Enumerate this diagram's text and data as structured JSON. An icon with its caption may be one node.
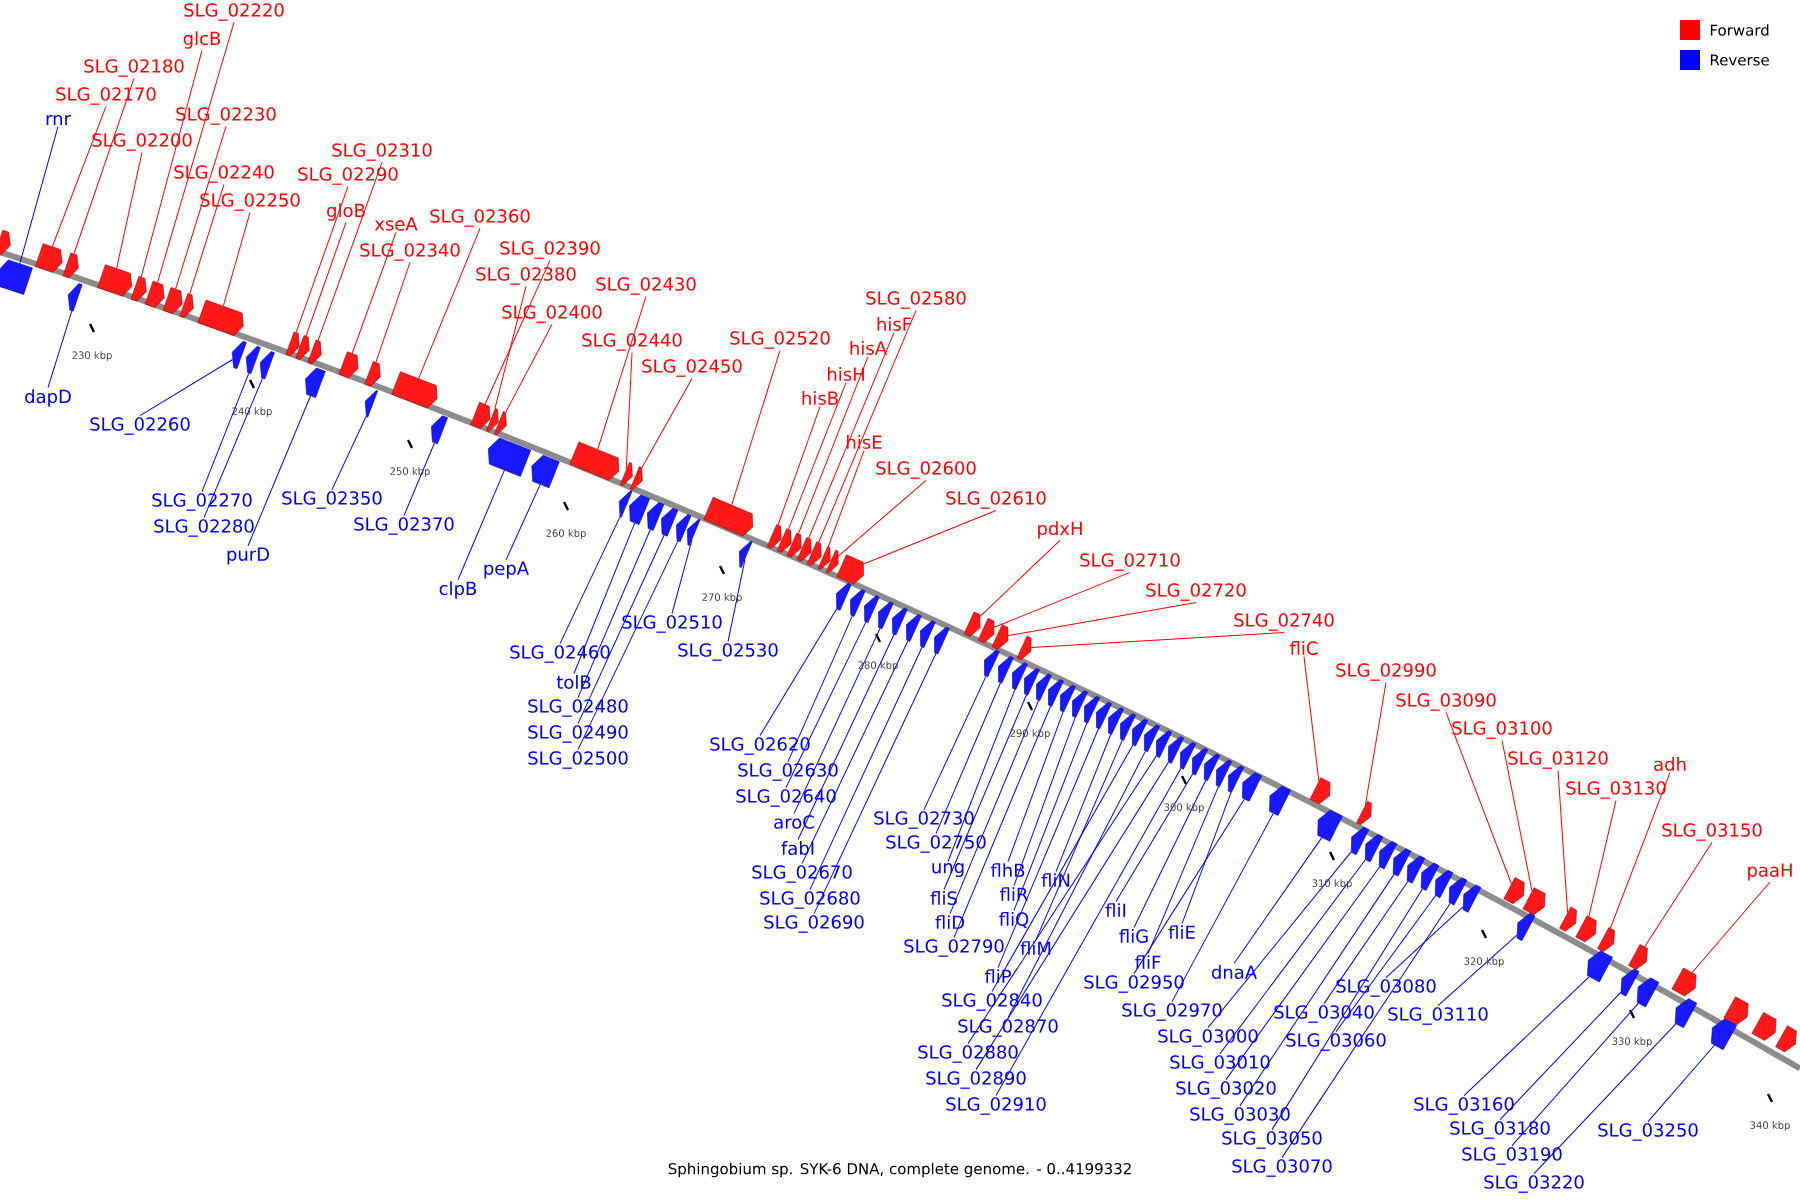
{
  "diagram": {
    "caption": "Sphingobium sp. SYK-6 DNA, complete genome. - 0..4199332",
    "nodes": [
      {
        "text": [
          "SLG_02170"
        ]
      },
      {
        "text": [
          "SLG_02180"
        ]
      },
      {
        "text": [
          "SLG_02200"
        ]
      },
      {
        "text": [
          "glcB"
        ]
      },
      {
        "text": [
          "SLG_02220"
        ]
      },
      {
        "text": [
          "SLG_02230"
        ]
      },
      {
        "text": [
          "SLG_02240"
        ]
      },
      {
        "text": [
          "SLG_02250"
        ]
      },
      {
        "text": [
          "SLG_02290"
        ]
      },
      {
        "text": [
          "gloB"
        ]
      },
      {
        "text": [
          "SLG_02310"
        ]
      },
      {
        "text": [
          "xseA"
        ]
      },
      {
        "text": [
          "SLG_02340"
        ]
      },
      {
        "text": [
          "SLG_02360"
        ]
      },
      {
        "text": [
          "SLG_02390"
        ]
      },
      {
        "text": [
          "SLG_02380"
        ]
      },
      {
        "text": [
          "SLG_02400"
        ]
      },
      {
        "text": [
          "SLG_02430"
        ]
      },
      {
        "text": [
          "SLG_02440"
        ]
      },
      {
        "text": [
          "SLG_02450"
        ]
      },
      {
        "text": [
          "SLG_02520"
        ]
      },
      {
        "text": [
          "hisB"
        ]
      },
      {
        "text": [
          "hisH"
        ]
      },
      {
        "text": [
          "hisA"
        ]
      },
      {
        "text": [
          "hisF"
        ]
      },
      {
        "text": [
          "SLG_02580"
        ]
      },
      {
        "text": [
          "hisE"
        ]
      },
      {
        "text": [
          "SLG_02600"
        ]
      },
      {
        "text": [
          "SLG_02610"
        ]
      },
      {
        "text": [
          "pdxH"
        ]
      },
      {
        "text": [
          "SLG_02710"
        ]
      },
      {
        "text": [
          "SLG_02720"
        ]
      },
      {
        "text": [
          "SLG_02740"
        ]
      },
      {
        "text": [
          "fliC"
        ]
      },
      {
        "text": [
          "SLG_02990"
        ]
      },
      {
        "text": [
          "SLG_03090"
        ]
      },
      {
        "text": [
          "SLG_03100"
        ]
      },
      {
        "text": [
          "SLG_03120"
        ]
      },
      {
        "text": [
          "SLG_03130"
        ]
      },
      {
        "text": [
          "adh"
        ]
      },
      {
        "text": [
          "SLG_03150"
        ]
      },
      {
        "text": [
          "paaH"
        ]
      },
      {
        "text": [
          "rnr"
        ]
      },
      {
        "text": [
          "dapD"
        ]
      },
      {
        "text": [
          "SLG_02260"
        ]
      },
      {
        "text": [
          "SLG_02270"
        ]
      },
      {
        "text": [
          "SLG_02280"
        ]
      },
      {
        "text": [
          "purD"
        ]
      },
      {
        "text": [
          "SLG_02350"
        ]
      },
      {
        "text": [
          "SLG_02370"
        ]
      },
      {
        "text": [
          "clpB"
        ]
      },
      {
        "text": [
          "pepA"
        ]
      },
      {
        "text": [
          "SLG_02460"
        ]
      },
      {
        "text": [
          "tolB"
        ]
      },
      {
        "text": [
          "SLG_02480"
        ]
      },
      {
        "text": [
          "SLG_02490"
        ]
      },
      {
        "text": [
          "SLG_02500"
        ]
      },
      {
        "text": [
          "SLG_02510"
        ]
      },
      {
        "text": [
          "SLG_02530"
        ]
      },
      {
        "text": [
          "SLG_02620"
        ]
      },
      {
        "text": [
          "SLG_02630"
        ]
      },
      {
        "text": [
          "SLG_02640"
        ]
      },
      {
        "text": [
          "aroC"
        ]
      },
      {
        "text": [
          "fabI"
        ]
      },
      {
        "text": [
          "SLG_02670"
        ]
      },
      {
        "text": [
          "SLG_02680"
        ]
      },
      {
        "text": [
          "SLG_02690"
        ]
      },
      {
        "text": [
          "SLG_02730"
        ]
      },
      {
        "text": [
          "SLG_02750"
        ]
      },
      {
        "text": [
          "ung"
        ]
      },
      {
        "text": [
          "fliS"
        ]
      },
      {
        "text": [
          "fliD"
        ]
      },
      {
        "text": [
          "SLG_02790"
        ]
      },
      {
        "text": [
          "flhB"
        ]
      },
      {
        "text": [
          "fliR"
        ]
      },
      {
        "text": [
          "fliQ"
        ]
      },
      {
        "text": [
          "fliP"
        ]
      },
      {
        "text": [
          "fliN"
        ]
      },
      {
        "text": [
          "fliM"
        ]
      },
      {
        "text": [
          "SLG_02840"
        ]
      },
      {
        "text": [
          "SLG_02870"
        ]
      },
      {
        "text": [
          "SLG_02880"
        ]
      },
      {
        "text": [
          "SLG_02890"
        ]
      },
      {
        "text": [
          "SLG_02910"
        ]
      },
      {
        "text": [
          "fliI"
        ]
      },
      {
        "text": [
          "fliG"
        ]
      },
      {
        "text": [
          "fliF"
        ]
      },
      {
        "text": [
          "fliE"
        ]
      },
      {
        "text": [
          "SLG_02950"
        ]
      },
      {
        "text": [
          "SLG_02970"
        ]
      },
      {
        "text": [
          "dnaA"
        ]
      },
      {
        "text": [
          "SLG_03000"
        ]
      },
      {
        "text": [
          "SLG_03010"
        ]
      },
      {
        "text": [
          "SLG_03020"
        ]
      },
      {
        "text": [
          "SLG_03030"
        ]
      },
      {
        "text": [
          "SLG_03040"
        ]
      },
      {
        "text": [
          "SLG_03050"
        ]
      },
      {
        "text": [
          "SLG_03060"
        ]
      },
      {
        "text": [
          "SLG_03070"
        ]
      },
      {
        "text": [
          "SLG_03080"
        ]
      },
      {
        "text": [
          "SLG_03110"
        ]
      },
      {
        "text": [
          "SLG_03160"
        ]
      },
      {
        "text": [
          "SLG_03180"
        ]
      },
      {
        "text": [
          "SLG_03190"
        ]
      },
      {
        "text": [
          "SLG_03220"
        ]
      },
      {
        "text": [
          "SLG_03250"
        ]
      },
      {
        "text": [],
        "shape": "arrow"
      },
      {
        "text": [],
        "shape": "arrow"
      },
      {
        "text": [],
        "shape": "arrow"
      },
      {
        "text": [],
        "shape": "arrow"
      },
      {
        "text": [],
        "shape": "arrow"
      },
      {
        "text": [],
        "shape": "arrow"
      },
      {
        "text": [],
        "shape": "arrow"
      },
      {
        "text": [],
        "shape": "arrow"
      },
      {
        "text": [],
        "shape": "arrow"
      },
      {
        "text": [],
        "shape": "arrow"
      },
      {
        "text": [],
        "shape": "arrow"
      },
      {
        "text": [],
        "shape": "arrow"
      },
      {
        "text": [],
        "shape": "arrow"
      },
      {
        "text": [],
        "shape": "arrow"
      },
      {
        "text": [],
        "shape": "arrow"
      },
      {
        "text": [],
        "shape": "arrow"
      },
      {
        "text": [],
        "shape": "arrow"
      },
      {
        "text": [],
        "shape": "arrow"
      },
      {
        "text": [],
        "shape": "arrow"
      },
      {
        "text": [],
        "shape": "arrow"
      },
      {
        "text": [],
        "shape": "arrow"
      },
      {
        "text": [],
        "shape": "arrow"
      },
      {
        "text": [],
        "shape": "arrow"
      },
      {
        "text": [],
        "shape": "arrow"
      },
      {
        "text": [],
        "shape": "arrow"
      },
      {
        "text": [],
        "shape": "arrow"
      },
      {
        "text": [],
        "shape": "arrow"
      },
      {
        "text": [],
        "shape": "arrow"
      },
      {
        "text": [],
        "shape": "arrow"
      },
      {
        "text": [],
        "shape": "arrow"
      },
      {
        "text": [],
        "shape": "arrow"
      },
      {
        "text": [],
        "shape": "arrow"
      },
      {
        "text": [],
        "shape": "arrow"
      },
      {
        "text": [],
        "shape": "arrow"
      },
      {
        "text": [],
        "shape": "arrow"
      },
      {
        "text": [],
        "shape": "arrow"
      },
      {
        "text": [],
        "shape": "arrow"
      },
      {
        "text": [],
        "shape": "arrow"
      },
      {
        "text": [],
        "shape": "arrow"
      },
      {
        "text": [],
        "shape": "arrow"
      },
      {
        "text": [],
        "shape": "arrow"
      },
      {
        "text": [],
        "shape": "arrow"
      },
      {
        "text": [],
        "shape": "arrow"
      },
      {
        "text": [],
        "shape": "arrow"
      },
      {
        "text": [],
        "shape": "arrow"
      },
      {
        "text": [],
        "shape": "arrow"
      },
      {
        "text": [],
        "shape": "arrow"
      },
      {
        "text": [],
        "shape": "arrow"
      },
      {
        "text": [],
        "shape": "arrow"
      },
      {
        "text": [],
        "shape": "arrow"
      },
      {
        "text": [],
        "shape": "arrow"
      },
      {
        "text": [],
        "shape": "arrow"
      },
      {
        "text": [],
        "shape": "arrow"
      },
      {
        "text": [],
        "shape": "arrow"
      },
      {
        "text": [],
        "shape": "arrow"
      },
      {
        "text": [],
        "shape": "arrow"
      },
      {
        "text": [],
        "shape": "arrow"
      },
      {
        "text": [],
        "shape": "arrow"
      },
      {
        "text": [],
        "shape": "arrow"
      },
      {
        "text": [],
        "shape": "arrow"
      },
      {
        "text": [],
        "shape": "arrow"
      },
      {
        "text": [],
        "shape": "arrow"
      },
      {
        "text": [],
        "shape": "arrow"
      },
      {
        "text": [],
        "shape": "arrow"
      },
      {
        "text": [],
        "shape": "arrow"
      },
      {
        "text": [],
        "shape": "arrow"
      },
      {
        "text": [],
        "shape": "arrow"
      },
      {
        "text": [],
        "shape": "arrow"
      },
      {
        "text": [],
        "shape": "arrow"
      },
      {
        "text": [],
        "shape": "arrow"
      },
      {
        "text": [],
        "shape": "arrow"
      },
      {
        "text": [],
        "shape": "arrow"
      },
      {
        "text": [],
        "shape": "arrow"
      },
      {
        "text": [],
        "shape": "arrow"
      },
      {
        "text": [],
        "shape": "arrow"
      },
      {
        "text": [],
        "shape": "arrow"
      },
      {
        "text": [],
        "shape": "arrow"
      },
      {
        "text": [],
        "shape": "arrow"
      },
      {
        "text": [],
        "shape": "arrow"
      },
      {
        "text": [],
        "shape": "arrow"
      },
      {
        "text": [],
        "shape": "arrow"
      },
      {
        "text": [],
        "shape": "arrow"
      },
      {
        "text": [],
        "shape": "arrow"
      },
      {
        "text": [],
        "shape": "arrow"
      },
      {
        "text": [],
        "shape": "arrow"
      },
      {
        "text": [],
        "shape": "arrow"
      },
      {
        "text": [],
        "shape": "arrow"
      },
      {
        "text": [],
        "shape": "arrow"
      },
      {
        "text": [],
        "shape": "arrow"
      },
      {
        "text": [],
        "shape": "arrow"
      },
      {
        "text": [],
        "shape": "arrow"
      },
      {
        "text": [],
        "shape": "arrow"
      },
      {
        "text": [],
        "shape": "arrow"
      },
      {
        "text": [],
        "shape": "arrow"
      },
      {
        "text": [],
        "shape": "arrow"
      },
      {
        "text": [],
        "shape": "arrow"
      },
      {
        "text": [],
        "shape": "arrow"
      },
      {
        "text": [],
        "shape": "arrow"
      },
      {
        "text": [],
        "shape": "arrow"
      },
      {
        "text": [],
        "shape": "arrow"
      },
      {
        "text": [],
        "shape": "arrow"
      },
      {
        "text": [],
        "shape": "arrow"
      },
      {
        "text": [],
        "shape": "arrow"
      },
      {
        "text": [],
        "shape": "arrow"
      },
      {
        "text": [],
        "shape": "arrow"
      },
      {
        "text": [],
        "shape": "arrow"
      },
      {
        "text": [],
        "shape": "arrow"
      },
      {
        "text": [],
        "shape": "arrow"
      },
      {
        "text": [],
        "shape": "arrow"
      },
      {
        "text": [],
        "shape": "arrow"
      }
    ],
    "edges": [
      {
        "from": 0,
        "to": 106,
        "arrow": "none",
        "color": "#ff0000"
      },
      {
        "from": 1,
        "to": 107,
        "arrow": "none",
        "color": "#ff0000"
      },
      {
        "from": 2,
        "to": 108,
        "arrow": "none",
        "color": "#ff0000"
      },
      {
        "from": 3,
        "to": 109,
        "arrow": "none",
        "color": "#ff0000"
      },
      {
        "from": 4,
        "to": 110,
        "arrow": "none",
        "color": "#ff0000"
      },
      {
        "from": 5,
        "to": 111,
        "arrow": "none",
        "color": "#ff0000"
      },
      {
        "from": 6,
        "to": 112,
        "arrow": "none",
        "color": "#ff0000"
      },
      {
        "from": 7,
        "to": 113,
        "arrow": "none",
        "color": "#ff0000"
      },
      {
        "from": 8,
        "to": 114,
        "arrow": "none",
        "color": "#ff0000"
      },
      {
        "from": 9,
        "to": 115,
        "arrow": "none",
        "color": "#ff0000"
      },
      {
        "from": 10,
        "to": 116,
        "arrow": "none",
        "color": "#ff0000"
      },
      {
        "from": 11,
        "to": 117,
        "arrow": "none",
        "color": "#ff0000"
      },
      {
        "from": 12,
        "to": 118,
        "arrow": "none",
        "color": "#ff0000"
      },
      {
        "from": 13,
        "to": 119,
        "arrow": "none",
        "color": "#ff0000"
      },
      {
        "from": 14,
        "to": 120,
        "arrow": "none",
        "color": "#ff0000"
      },
      {
        "from": 15,
        "to": 121,
        "arrow": "none",
        "color": "#ff0000"
      },
      {
        "from": 16,
        "to": 122,
        "arrow": "none",
        "color": "#ff0000"
      },
      {
        "from": 17,
        "to": 123,
        "arrow": "none",
        "color": "#ff0000"
      },
      {
        "from": 18,
        "to": 124,
        "arrow": "none",
        "color": "#ff0000"
      },
      {
        "from": 19,
        "to": 125,
        "arrow": "none",
        "color": "#ff0000"
      },
      {
        "from": 20,
        "to": 126,
        "arrow": "none",
        "color": "#ff0000"
      },
      {
        "from": 21,
        "to": 127,
        "arrow": "none",
        "color": "#ff0000"
      },
      {
        "from": 22,
        "to": 128,
        "arrow": "none",
        "color": "#ff0000"
      },
      {
        "from": 23,
        "to": 129,
        "arrow": "none",
        "color": "#ff0000"
      },
      {
        "from": 24,
        "to": 130,
        "arrow": "none",
        "color": "#ff0000"
      },
      {
        "from": 25,
        "to": 131,
        "arrow": "none",
        "color": "#ff0000"
      },
      {
        "from": 26,
        "to": 132,
        "arrow": "none",
        "color": "#ff0000"
      },
      {
        "from": 27,
        "to": 133,
        "arrow": "none",
        "color": "#ff0000"
      },
      {
        "from": 28,
        "to": 134,
        "arrow": "none",
        "color": "#ff0000"
      },
      {
        "from": 29,
        "to": 135,
        "arrow": "none",
        "color": "#ff0000"
      },
      {
        "from": 30,
        "to": 136,
        "arrow": "none",
        "color": "#ff0000"
      },
      {
        "from": 31,
        "to": 137,
        "arrow": "none",
        "color": "#ff0000"
      },
      {
        "from": 32,
        "to": 138,
        "arrow": "none",
        "color": "#ff0000"
      },
      {
        "from": 33,
        "to": 139,
        "arrow": "none",
        "color": "#ff0000"
      },
      {
        "from": 34,
        "to": 140,
        "arrow": "none",
        "color": "#ff0000"
      },
      {
        "from": 35,
        "to": 141,
        "arrow": "none",
        "color": "#ff0000"
      },
      {
        "from": 36,
        "to": 142,
        "arrow": "none",
        "color": "#ff0000"
      },
      {
        "from": 37,
        "to": 143,
        "arrow": "none",
        "color": "#ff0000"
      },
      {
        "from": 38,
        "to": 144,
        "arrow": "none",
        "color": "#ff0000"
      },
      {
        "from": 39,
        "to": 145,
        "arrow": "none",
        "color": "#ff0000"
      },
      {
        "from": 40,
        "to": 146,
        "arrow": "none",
        "color": "#ff0000"
      },
      {
        "from": 41,
        "to": 147,
        "arrow": "none",
        "color": "#ff0000"
      },
      {
        "from": 42,
        "to": 148,
        "arrow": "none"
      },
      {
        "from": 43,
        "to": 149,
        "arrow": "none"
      },
      {
        "from": 44,
        "to": 150,
        "arrow": "none"
      },
      {
        "from": 45,
        "to": 151,
        "arrow": "none"
      },
      {
        "from": 46,
        "to": 152,
        "arrow": "none"
      },
      {
        "from": 47,
        "to": 153,
        "arrow": "none"
      },
      {
        "from": 48,
        "to": 154,
        "arrow": "none"
      },
      {
        "from": 49,
        "to": 155,
        "arrow": "none"
      },
      {
        "from": 50,
        "to": 156,
        "arrow": "none"
      },
      {
        "from": 51,
        "to": 157,
        "arrow": "none"
      },
      {
        "from": 52,
        "to": 158,
        "arrow": "none"
      },
      {
        "from": 53,
        "to": 159,
        "arrow": "none"
      },
      {
        "from": 54,
        "to": 160,
        "arrow": "none"
      },
      {
        "from": 55,
        "to": 161,
        "arrow": "none"
      },
      {
        "from": 56,
        "to": 162,
        "arrow": "none"
      },
      {
        "from": 57,
        "to": 163,
        "arrow": "none"
      },
      {
        "from": 58,
        "to": 164,
        "arrow": "none"
      },
      {
        "from": 59,
        "to": 165,
        "arrow": "none"
      },
      {
        "from": 60,
        "to": 166,
        "arrow": "none"
      },
      {
        "from": 61,
        "to": 167,
        "arrow": "none"
      },
      {
        "from": 62,
        "to": 168,
        "arrow": "none"
      },
      {
        "from": 63,
        "to": 169,
        "arrow": "none"
      },
      {
        "from": 64,
        "to": 170,
        "arrow": "none"
      },
      {
        "from": 65,
        "to": 171,
        "arrow": "none"
      },
      {
        "from": 66,
        "to": 172,
        "arrow": "none"
      },
      {
        "from": 67,
        "to": 173,
        "arrow": "none"
      },
      {
        "from": 68,
        "to": 174,
        "arrow": "none"
      },
      {
        "from": 69,
        "to": 175,
        "arrow": "none"
      },
      {
        "from": 70,
        "to": 176,
        "arrow": "none"
      },
      {
        "from": 71,
        "to": 177,
        "arrow": "none"
      },
      {
        "from": 72,
        "to": 178,
        "arrow": "none"
      },
      {
        "from": 73,
        "to": 179,
        "arrow": "none"
      },
      {
        "from": 74,
        "to": 180,
        "arrow": "none"
      },
      {
        "from": 75,
        "to": 181,
        "arrow": "none"
      },
      {
        "from": 76,
        "to": 182,
        "arrow": "none"
      },
      {
        "from": 77,
        "to": 183,
        "arrow": "none"
      },
      {
        "from": 78,
        "to": 184,
        "arrow": "none"
      },
      {
        "from": 79,
        "to": 185,
        "arrow": "none"
      },
      {
        "from": 80,
        "to": 186,
        "arrow": "none"
      },
      {
        "from": 81,
        "to": 187,
        "arrow": "none"
      },
      {
        "from": 82,
        "to": 188,
        "arrow": "none"
      },
      {
        "from": 83,
        "to": 189,
        "arrow": "none"
      },
      {
        "from": 84,
        "to": 190,
        "arrow": "none"
      },
      {
        "from": 85,
        "to": 191,
        "arrow": "none"
      },
      {
        "from": 86,
        "to": 192,
        "arrow": "none"
      },
      {
        "from": 87,
        "to": 193,
        "arrow": "none"
      },
      {
        "from": 88,
        "to": 194,
        "arrow": "none"
      },
      {
        "from": 89,
        "to": 195,
        "arrow": "none"
      },
      {
        "from": 90,
        "to": 196,
        "arrow": "none"
      },
      {
        "from": 91,
        "to": 197,
        "arrow": "none"
      },
      {
        "from": 92,
        "to": 198,
        "arrow": "none"
      },
      {
        "from": 93,
        "to": 199,
        "arrow": "none"
      },
      {
        "from": 94,
        "to": 200,
        "arrow": "none"
      },
      {
        "from": 95,
        "to": 201,
        "arrow": "none"
      },
      {
        "from": 96,
        "to": 202,
        "arrow": "none"
      },
      {
        "from": 97,
        "to": 203,
        "arrow": "none"
      },
      {
        "from": 98,
        "to": 204,
        "arrow": "none"
      },
      {
        "from": 99,
        "to": 205,
        "arrow": "none"
      },
      {
        "from": 100,
        "to": 206,
        "arrow": "none"
      },
      {
        "from": 101,
        "to": 207,
        "arrow": "none"
      },
      {
        "from": 102,
        "to": 208,
        "arrow": "none"
      },
      {
        "from": 103,
        "to": 209,
        "arrow": "none"
      },
      {
        "from": 104,
        "to": 210,
        "arrow": "none"
      },
      {
        "from": 105,
        "to": 211,
        "arrow": "none"
      }
    ],
    "labels": [
      "230 kbp",
      "240 kbp",
      "250 kbp",
      "260 kbp",
      "270 kbp",
      "280 kbp",
      "290 kbp",
      "300 kbp",
      "310 kbp",
      "320 kbp",
      "330 kbp",
      "340 kbp"
    ],
    "legend": [
      {
        "text": "Forward",
        "color": "#ff0000"
      },
      {
        "text": "Reverse",
        "color": "#0000ff"
      }
    ]
  }
}
